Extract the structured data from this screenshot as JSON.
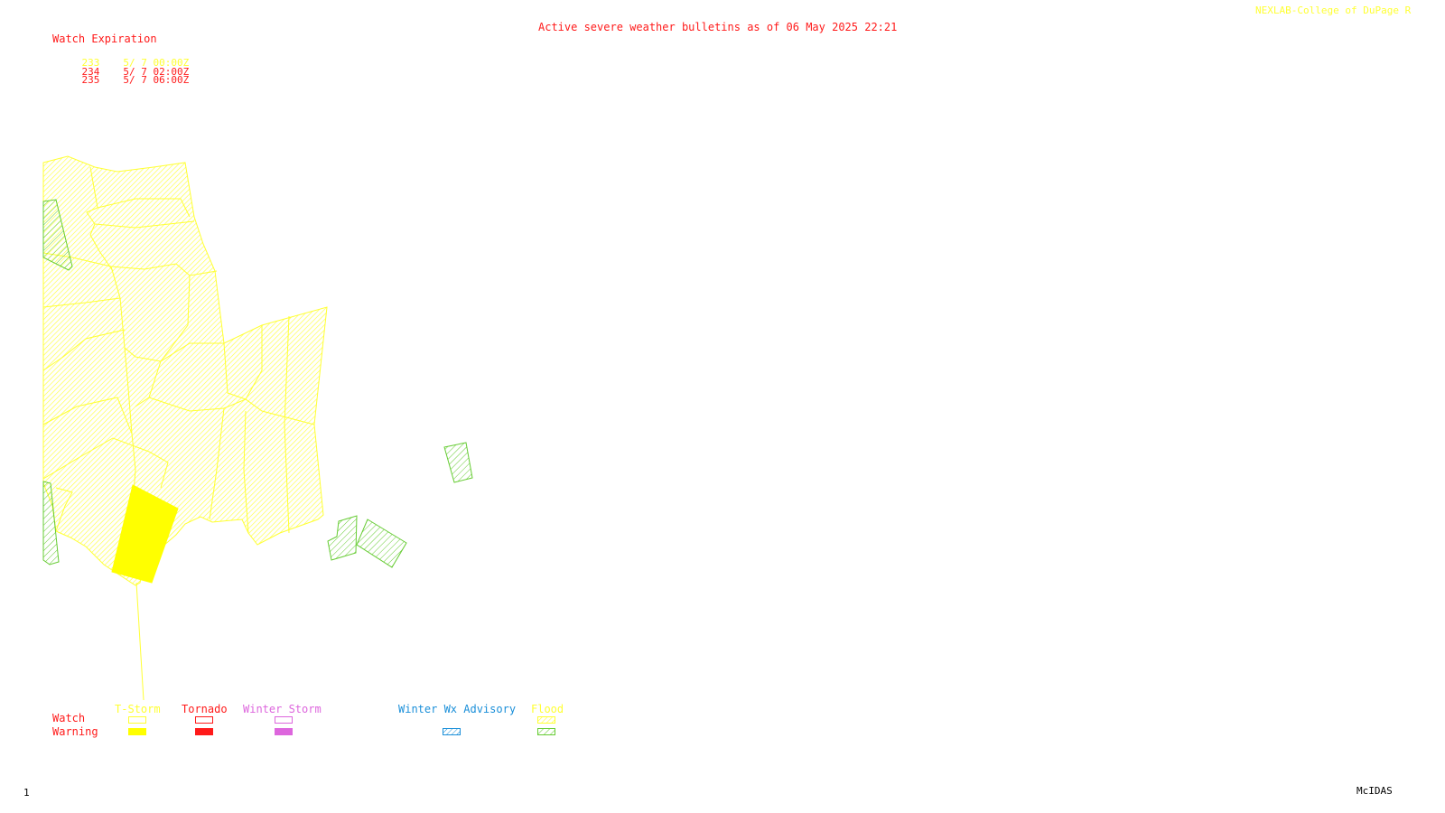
{
  "header": {
    "title": "Active severe weather bulletins as of 06 May 2025 22:21",
    "credit": "NEXLAB-College of DuPage R"
  },
  "watch_table": {
    "heading": "Watch Expiration",
    "rows": [
      {
        "number": "233",
        "expires": "5/ 7 00:00Z",
        "color": "#ffff33"
      },
      {
        "number": "234",
        "expires": "5/ 7 02:00Z",
        "color": "#ff1a1a"
      },
      {
        "number": "235",
        "expires": "5/ 7 06:00Z",
        "color": "#ff1a1a"
      }
    ]
  },
  "legend": {
    "row_labels": {
      "watch": "Watch",
      "warning": "Warning"
    },
    "categories": [
      {
        "label": "T-Storm",
        "color": "#ffff33"
      },
      {
        "label": "Tornado",
        "color": "#ff1a1a"
      },
      {
        "label": "Winter Storm",
        "color": "#dd66dd"
      },
      {
        "label": "Winter Wx Advisory",
        "color": "#1a8fd9"
      },
      {
        "label": "Flood",
        "color": "#ffff33",
        "warning_color": "#66cc33"
      }
    ]
  },
  "footer": {
    "frame": "1",
    "software": "McIDAS"
  },
  "colors": {
    "watch_fill": "#ffff33",
    "flood_warning": "#66cc33",
    "tstorm_warning": "#ffff00"
  }
}
